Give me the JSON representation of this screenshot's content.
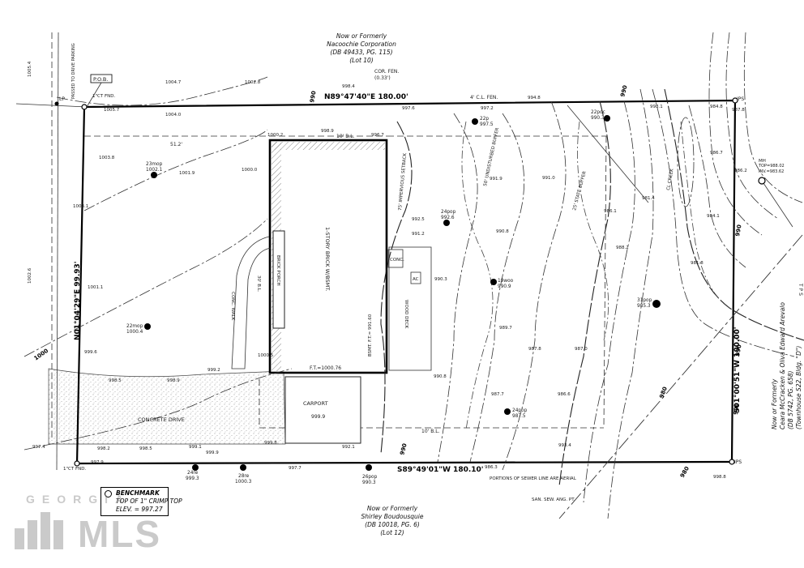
{
  "owners": {
    "north": {
      "line1": "Now or Formerly",
      "line2": "Nacoochie Corporation",
      "line3": "(DB 49433, PG. 115)",
      "line4": "(Lot 10)"
    },
    "south": {
      "line1": "Now or Formerly",
      "line2": "Shirley Boudousquie",
      "line3": "(DB 10018, PG. 6)",
      "line4": "(Lot 12)"
    },
    "east": {
      "line1": "Now or Formerly",
      "line2": "Ceara McCracken & Oliva Edward Arevalo",
      "line3": "(DB 5742, PG. 658)",
      "line4": "(Townhouse S22, Bldg. \"D\")"
    }
  },
  "bearings": {
    "north": "N89°47'40\"E   180.00'",
    "south": "S89°49'01\"W   180.10'",
    "west": "N01°04'29\"E   99.93'",
    "east": "S01°00'51\"W   100.00'"
  },
  "labels": {
    "pob": "P.O.B.",
    "ctfnd_top": "1\"CT FND.",
    "ctfnd_bottom": "1\"CT FND.",
    "lp": "LP",
    "ips_ne": "IPS",
    "ips_se": "IPS",
    "passed": "PASSED TO DRIVE PARKING",
    "cor_fen": "COR. FEN.",
    "cor_fen_dim": "(0.33')",
    "cl_fen": "4' C.L. FEN.",
    "house": "1-STORY BRICK W/BSMT.",
    "brick_porch": "BRICK PORCH",
    "conc_walk": "CONC. WALK",
    "conc_pad": "CONC.",
    "ac": "AC",
    "deck": "WOOD DECK",
    "carport": "CARPORT",
    "carport_elev": "999.9",
    "drive": "CONCRETE DRIVE",
    "bl_front": "10' B.L.",
    "bl_rear": "10' B.L.",
    "buffer_50": "50' UNDISTURBED BUFFER",
    "buffer_25": "25' STATE BUFFER",
    "buffer_75": "75' IMPERVIOUS SETBACK",
    "creek": "CL CREEK",
    "sewer_note": "PORTIONS OF SEWER LINE ARE AERIAL",
    "san_sew": "SAN. SEW. ANG. PT.",
    "mh": "MH",
    "mh_top": "TOP=988.02",
    "mh_inv": "INV.=983.62",
    "ft": "F.T.=1000.76",
    "bsmt_ft": "BSMT. F.T.= 991.60",
    "dim_512": "51.2'",
    "dim_309": "30' B.L.",
    "side_edge": "T P S"
  },
  "benchmark": {
    "title": "BENCHMARK",
    "line1": "TOP OF 1\" CRIMP TOP",
    "line2": "ELEV. = 997.27"
  },
  "watermark": {
    "top": "GEORGIA",
    "main": "MLS"
  },
  "trees": [
    {
      "label": "23mop",
      "elev": "1002.1"
    },
    {
      "label": "22mop",
      "elev": "1000.4"
    },
    {
      "label": "24pop",
      "elev": "992.6"
    },
    {
      "label": "19woo",
      "elev": "990.9"
    },
    {
      "label": "22p",
      "elev": "997.5"
    },
    {
      "label": "22poc",
      "elev": "990.3"
    },
    {
      "label": "31pop",
      "elev": "985.3"
    },
    {
      "label": "24pop",
      "elev": "987.5"
    },
    {
      "label": "24re",
      "elev": "999.3"
    },
    {
      "label": "28re",
      "elev": "1000.3"
    },
    {
      "label": "26pop",
      "elev": "990.3"
    }
  ],
  "contours": [
    "1000",
    "990",
    "990",
    "990",
    "980",
    "980",
    "990",
    "990",
    "990"
  ],
  "spot_elevations": [
    "1005.7",
    "1004.7",
    "1002.8",
    "998.4",
    "1004.0",
    "1003.8",
    "1001.9",
    "1000.0",
    "1003.1",
    "1001.1",
    "999.6",
    "998.5",
    "998.9",
    "999.2",
    "997.4",
    "998.2",
    "997.9",
    "998.5",
    "999.1",
    "999.9",
    "999.8",
    "997.7",
    "1000.2",
    "998.9",
    "996.7",
    "997.6",
    "997.2",
    "994.8",
    "992.5",
    "991.2",
    "990.8",
    "991.0",
    "991.9",
    "990.3",
    "989.7",
    "987.8",
    "987.0",
    "987.7",
    "986.6",
    "986.3",
    "988.2",
    "990.8",
    "993.4",
    "992.1",
    "984.8",
    "987.8",
    "986.7",
    "986.2",
    "984.1",
    "981.4",
    "981.8",
    "986.1",
    "998.1",
    "998.8",
    "1000.5",
    "1005.4",
    "1002.6"
  ],
  "colors": {
    "ink": "#1a1a1a",
    "hatch": "#555555",
    "paper": "#ffffff"
  }
}
